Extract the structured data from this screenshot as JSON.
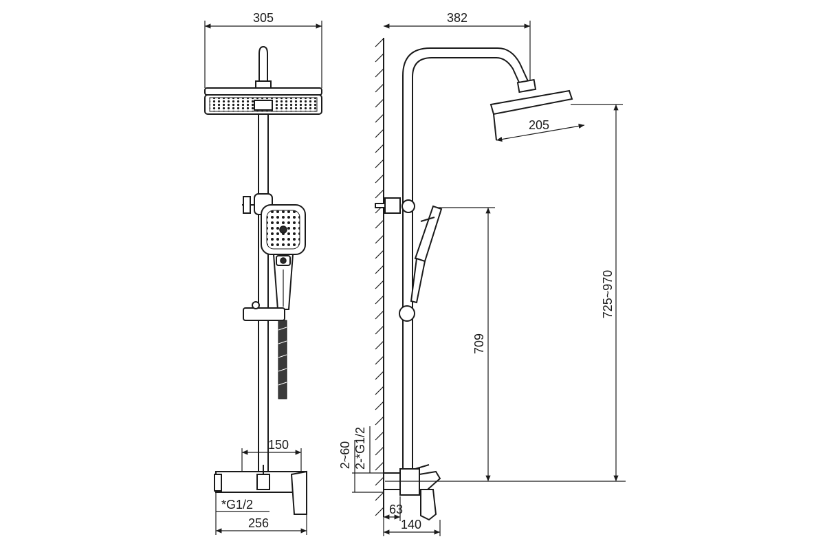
{
  "diagram": {
    "front_view": {
      "width_top": "305",
      "width_mixer_handle": "150",
      "inlet_thread": "*G1/2",
      "width_mixer": "256"
    },
    "side_view": {
      "projection_top": "382",
      "head_width": "205",
      "height_range": "725~970",
      "height_handshower": "709",
      "wall_offset": "2~60",
      "inlet_thread": "2-*G1/2",
      "mixer_depth": "63",
      "mixer_length": "140"
    }
  }
}
